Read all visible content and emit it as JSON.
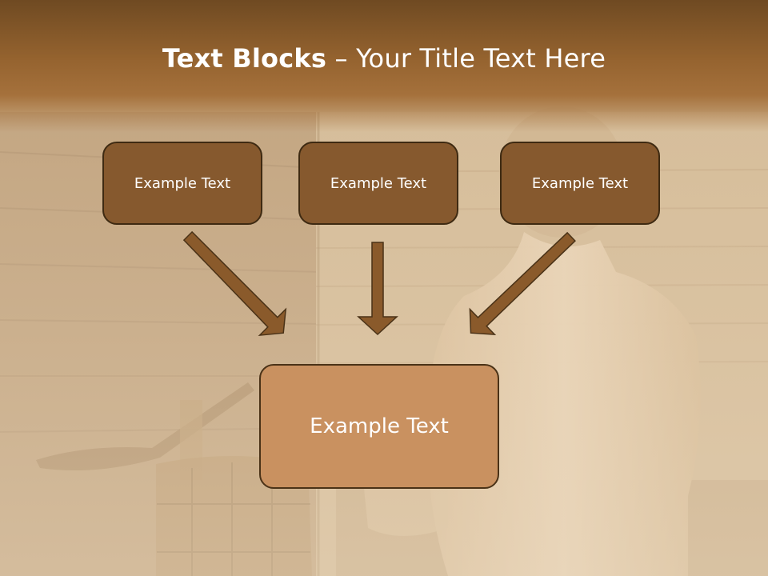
{
  "title": {
    "bold": "Text Blocks",
    "separator": " – ",
    "regular": "Your Title Text Here"
  },
  "boxes": {
    "top_left": "Example Text",
    "top_center": "Example Text",
    "top_right": "Example Text",
    "bottom": "Example Text"
  },
  "colors": {
    "header_brown": "#8a5a2b",
    "box_dark": "#86592e",
    "box_light": "#c99160",
    "arrow": "#8a5a2b"
  }
}
